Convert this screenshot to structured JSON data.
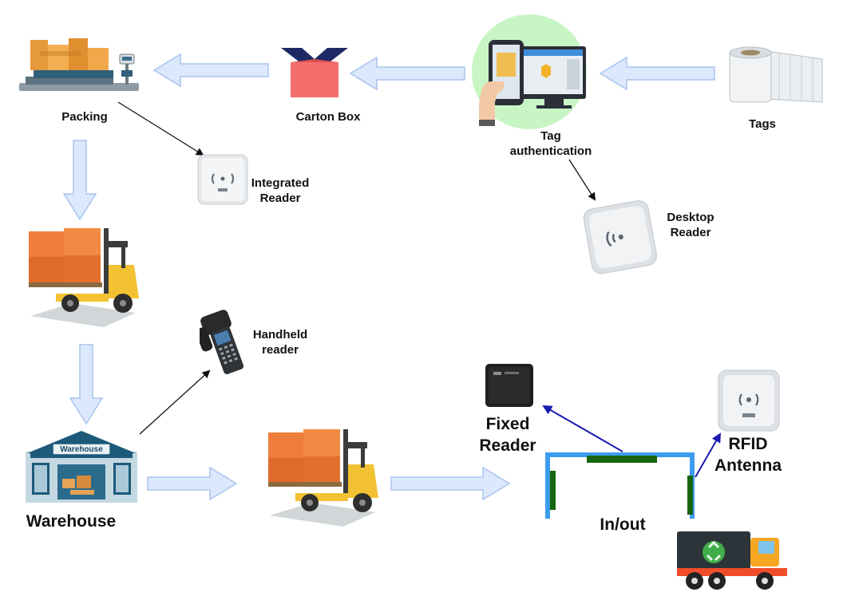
{
  "labels": {
    "packing": "Packing",
    "carton_box": "Carton Box",
    "tag_auth_1": "Tag",
    "tag_auth_2": "authentication",
    "tags": "Tags",
    "integrated_reader_1": "Integrated",
    "integrated_reader_2": "Reader",
    "desktop_reader_1": "Desktop",
    "desktop_reader_2": "Reader",
    "handheld_reader_1": "Handheld",
    "handheld_reader_2": "reader",
    "warehouse": "Warehouse",
    "warehouse_sign": "Warehouse",
    "fixed_reader_1": "Fixed",
    "fixed_reader_2": "Reader",
    "rfid_antenna_1": "RFID",
    "rfid_antenna_2": "Antenna",
    "in_out": "In/out"
  },
  "colors": {
    "flow_arrow_fill": "#dce8fb",
    "flow_arrow_stroke": "#a9c4ee",
    "gate_frame": "#3c9cf0",
    "gate_antenna": "#17660f",
    "link_arrow": "#1b1bb0"
  }
}
